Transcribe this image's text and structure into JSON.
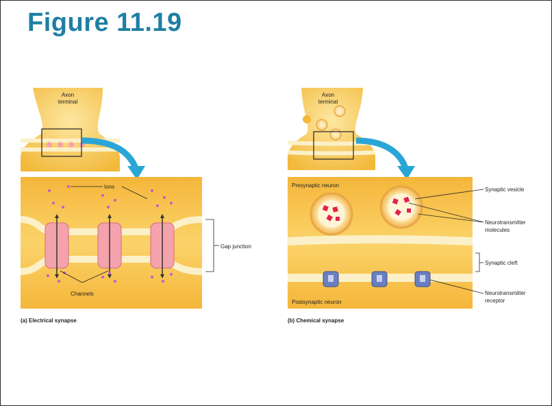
{
  "figure": {
    "title": "Figure 11.19"
  },
  "panel_a": {
    "terminal_label_line1": "Axon",
    "terminal_label_line2": "terminal",
    "ions_label": "Ions",
    "channels_label": "Channels",
    "gap_junction_label": "Gap junction",
    "caption": "(a) Electrical synapse"
  },
  "panel_b": {
    "terminal_label_line1": "Axon",
    "terminal_label_line2": "terminal",
    "presynaptic_label": "Presynaptic neuron",
    "postsynaptic_label": "Postsynaptic neuron",
    "synaptic_vesicle_label": "Synaptic vesicle",
    "neurotransmitter_label_line1": "Neurotransmitter",
    "neurotransmitter_label_line2": "molecules",
    "synaptic_cleft_label": "Synaptic cleft",
    "receptor_label_line1": "Neurotransmitter",
    "receptor_label_line2": "receptor",
    "caption": "(b) Chemical synapse"
  },
  "colors": {
    "title": "#1f7fa3",
    "neuron_fill": "#f6c64a",
    "membrane": "#fbf0c8",
    "arrow": "#2aa6d6",
    "channel": "#f4a3ad",
    "ion": "#c65bc9",
    "neurotransmitter": "#e2204a",
    "receptor": "#6a7fc0"
  }
}
